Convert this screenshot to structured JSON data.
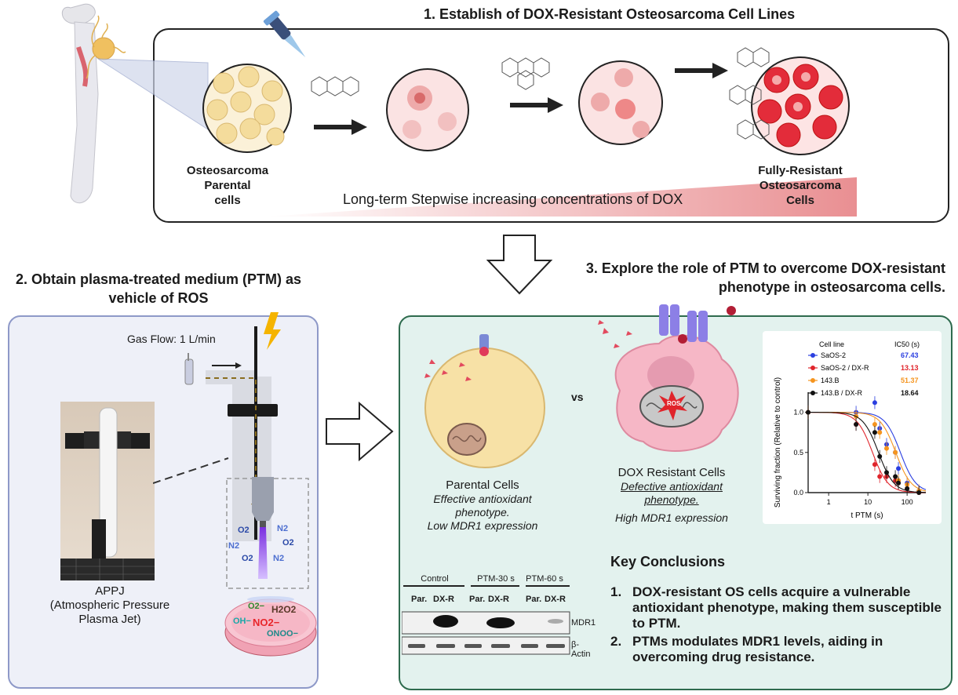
{
  "section1": {
    "title": "1.  Establish of DOX-Resistant Osteosarcoma Cell Lines",
    "parental_label": "Osteosarcoma\nParental\ncells",
    "resistant_label": "Fully-Resistant\nOsteosarcoma\nCells",
    "gradient_text": "Long-term Stepwise increasing concentrations of DOX"
  },
  "section2": {
    "title": "2. Obtain plasma-treated medium (PTM) as vehicle of ROS",
    "gas_flow": "Gas Flow: 1 L/min",
    "device_label": "APPJ\n(Atmospheric Pressure\nPlasma Jet)",
    "species_jet": [
      "O2",
      "N2",
      "N2",
      "O2",
      "O2",
      "N2"
    ],
    "species_dish": [
      "O2−",
      "H2O2",
      "OH−",
      "NO2−",
      "ONOO−"
    ]
  },
  "section3": {
    "title": "3. Explore the role of PTM to overcome DOX-resistant phenotype in osteosarcoma cells.",
    "vs": "vs",
    "ros": "ROS",
    "parental": {
      "name": "Parental Cells",
      "desc1": "Effective antioxidant phenotype.",
      "desc2": "Low MDR1 expression"
    },
    "resistant": {
      "name": "DOX Resistant Cells",
      "desc1": "Defective antioxidant phenotype.",
      "desc2": "High MDR1 expression"
    },
    "western_blot": {
      "groups": [
        "Control",
        "PTM-30 s",
        "PTM-60 s"
      ],
      "lanes": [
        "Par.",
        "DX-R",
        "Par.",
        "DX-R",
        "Par.",
        "DX-R"
      ],
      "rows": [
        "MDR1",
        "β-Actin"
      ]
    },
    "conclusions": {
      "title": "Key Conclusions",
      "items": [
        {
          "num": "1.",
          "text": "DOX-resistant OS cells acquire a vulnerable antioxidant phenotype, making them susceptible to PTM."
        },
        {
          "num": "2.",
          "text": "PTMs modulates MDR1 levels, aiding in overcoming drug resistance."
        }
      ]
    }
  },
  "chart_data": {
    "type": "scatter",
    "xlabel": "t PTM (s)",
    "ylabel": "Surviving fraction (Relative to control)",
    "xscale": "log",
    "xlim": [
      0.3,
      300
    ],
    "ylim": [
      0,
      1.25
    ],
    "xticks": [
      1,
      10,
      100
    ],
    "yticks": [
      0.0,
      0.5,
      1.0
    ],
    "legend_title": "Cell line",
    "ic50_header": "IC50 (s)",
    "x": [
      0.3,
      5,
      15,
      20,
      30,
      50,
      60,
      100,
      200
    ],
    "series": [
      {
        "name": "SaOS-2",
        "color": "#2b3fe0",
        "ic50": "67.43",
        "values": [
          1.0,
          1.0,
          1.12,
          0.8,
          0.6,
          0.5,
          0.3,
          0.12,
          0.02
        ]
      },
      {
        "name": "SaOS-2 / DX-R",
        "color": "#e0242b",
        "ic50": "13.13",
        "values": [
          1.0,
          0.85,
          0.35,
          0.2,
          0.2,
          0.15,
          0.12,
          0.05,
          0.0
        ]
      },
      {
        "name": "143.B",
        "color": "#f5941e",
        "ic50": "51.37",
        "values": [
          1.0,
          0.95,
          0.85,
          0.75,
          0.55,
          0.5,
          0.15,
          0.1,
          0.02
        ]
      },
      {
        "name": "143.B / DX-R",
        "color": "#111111",
        "ic50": "18.64",
        "values": [
          1.0,
          0.85,
          0.75,
          0.45,
          0.25,
          0.2,
          0.12,
          0.05,
          0.0
        ]
      }
    ]
  }
}
